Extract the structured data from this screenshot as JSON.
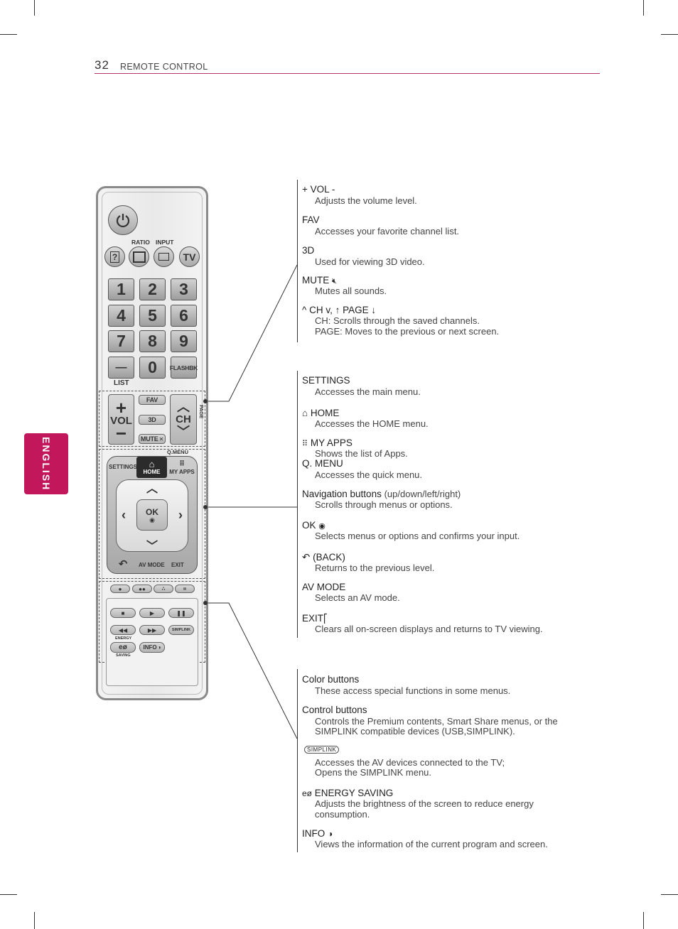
{
  "header": {
    "page_number": "32",
    "section": "REMOTE CONTROL"
  },
  "language_tab": "ENGLISH",
  "remote": {
    "top_labels": {
      "ratio": "RATIO",
      "input": "INPUT"
    },
    "tv": "TV",
    "digits": [
      "1",
      "2",
      "3",
      "4",
      "5",
      "6",
      "7",
      "8",
      "9"
    ],
    "zero": "0",
    "dash": "—",
    "flashbk": "FLASHBK",
    "list": "LIST",
    "vol": "VOL",
    "fav": "FAV",
    "threed": "3D",
    "mute": "MUTE",
    "ch": "CH",
    "page": "PAGE",
    "qmenu": "Q.MENU",
    "settings": "SETTINGS",
    "home": "HOME",
    "myapps": "MY APPS",
    "ok": "OK",
    "avmode": "AV MODE",
    "exit": "EXIT",
    "energy": "ENERGY",
    "saving": "SAVING",
    "info": "INFO",
    "simplink": "SIMPLINK"
  },
  "groups": [
    {
      "items": [
        {
          "term": "+ VOL -",
          "lines": [
            "Adjusts the volume level."
          ]
        },
        {
          "term": "FAV",
          "lines": [
            "Accesses your favorite channel list."
          ]
        },
        {
          "term": "3D",
          "lines": [
            "Used for viewing 3D video."
          ]
        },
        {
          "term": "MUTE",
          "lines": [
            "Mutes all sounds."
          ]
        },
        {
          "term": "^ CH v, ↑ PAGE ↓",
          "lines": [
            "CH: Scrolls through the saved channels.",
            "PAGE: Moves to the previous or next screen."
          ]
        }
      ]
    },
    {
      "items": [
        {
          "term": "SETTINGS",
          "lines": [
            "Accesses the main menu."
          ]
        },
        {
          "term": "HOME",
          "lines": [
            "Accesses the HOME menu."
          ]
        },
        {
          "term": "MY APPS",
          "lines": [
            "Shows the list of Apps."
          ]
        },
        {
          "term": "Q. MENU",
          "lines": [
            "Accesses the quick menu."
          ]
        },
        {
          "term": "Navigation buttons",
          "note": "(up/down/left/right)",
          "lines": [
            "Scrolls through menus or options."
          ]
        },
        {
          "term": "OK",
          "lines": [
            "Selects menus or options and confirms your input."
          ]
        },
        {
          "term": "(BACK)",
          "lines": [
            "Returns to the previous level."
          ]
        },
        {
          "term": "AV MODE",
          "lines": [
            "Selects an AV mode."
          ]
        },
        {
          "term": "EXIT",
          "lines": [
            "Clears all on-screen displays and returns to TV viewing."
          ]
        }
      ]
    },
    {
      "items": [
        {
          "term": "Color buttons",
          "lines": [
            "These access special functions in some menus."
          ]
        },
        {
          "term": "Control buttons",
          "lines": [
            "Controls the Premium contents, Smart Share menus, or the",
            "SIMPLINK compatible devices (USB,SIMPLINK)."
          ]
        },
        {
          "term": "SIMPLINK",
          "lines": [
            "Accesses the AV devices connected to the TV;",
            "Opens the SIMPLINK menu."
          ]
        },
        {
          "term": "ENERGY SAVING",
          "lines": [
            "Adjusts the brightness of the screen to reduce energy",
            "consumption."
          ]
        },
        {
          "term": "INFO",
          "lines": [
            "Views the information of the current program and screen."
          ]
        }
      ]
    }
  ]
}
